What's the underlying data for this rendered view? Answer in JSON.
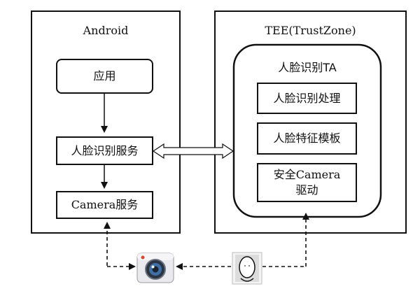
{
  "android": {
    "title": "Android",
    "app_box": "应用",
    "face_service_box": "人脸识别服务",
    "camera_service_box": "Camera服务"
  },
  "tee": {
    "title": "TEE(TrustZone)",
    "ta_title": "人脸识别TA",
    "processing_box": "人脸识别处理",
    "template_box": "人脸特征模板",
    "camera_driver_line1": "安全Camera",
    "camera_driver_line2": "驱动"
  },
  "icons": {
    "camera": "camera-icon",
    "face": "face-outline-icon"
  }
}
